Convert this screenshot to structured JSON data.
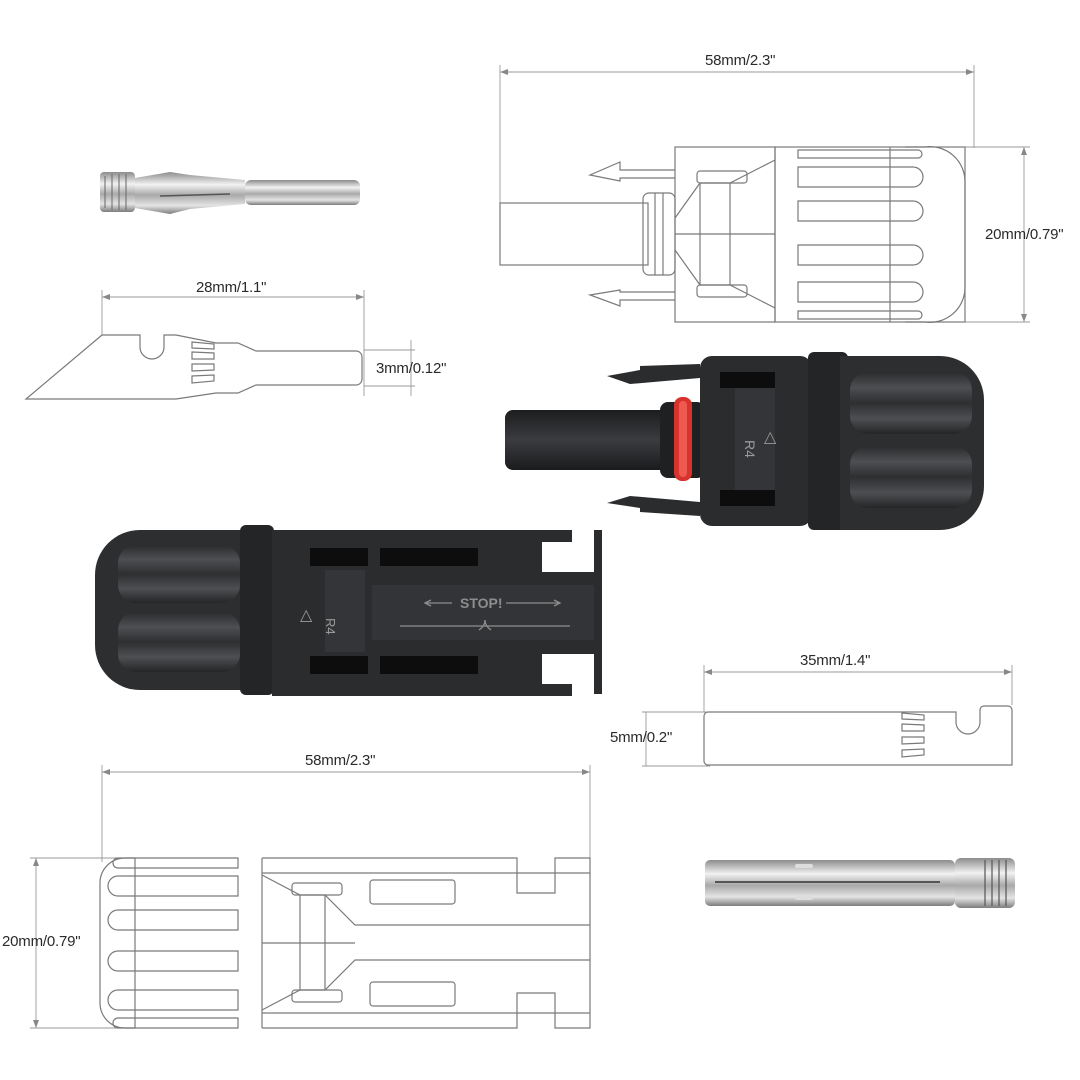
{
  "diagram": {
    "subject": "MC4 solar connector pair with pin terminals",
    "colors": {
      "background": "#ffffff",
      "outline": "#7a7a7a",
      "connector_body": "#2b2c2e",
      "connector_shade": "#3a3b3e",
      "seal_ring": "#d7322b",
      "metal": "#c9c9c9"
    },
    "dimensions": {
      "male_connector_length": "58mm/2.3\"",
      "male_connector_height": "20mm/0.79\"",
      "male_pin_length": "28mm/1.1\"",
      "male_pin_diameter": "3mm/0.12\"",
      "female_pin_length": "35mm/1.4\"",
      "female_pin_diameter": "5mm/0.2\"",
      "female_connector_length": "58mm/2.3\"",
      "female_connector_height": "20mm/0.79\""
    },
    "markings": {
      "male_housing": "R4",
      "female_housing": "R4",
      "stop_text": "STOP!",
      "warning_triangle": "△"
    }
  }
}
